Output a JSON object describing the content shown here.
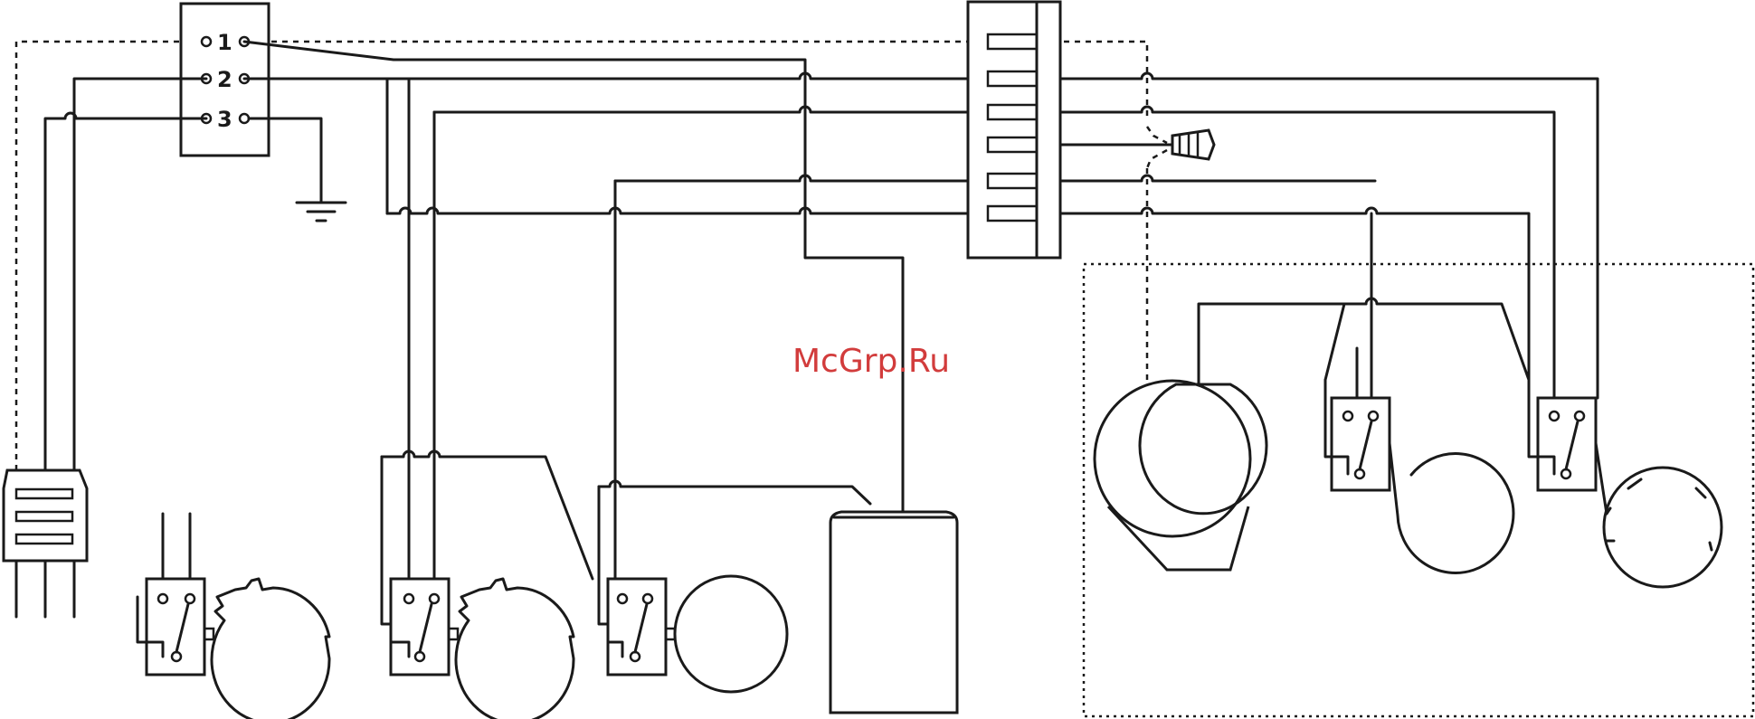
{
  "terminal_block": {
    "labels": [
      "1",
      "2",
      "3"
    ]
  },
  "watermark": {
    "text": "McGrp.Ru",
    "color": "#d23c3c"
  },
  "colors": {
    "line": "#1a1a1a",
    "background": "#ffffff"
  }
}
